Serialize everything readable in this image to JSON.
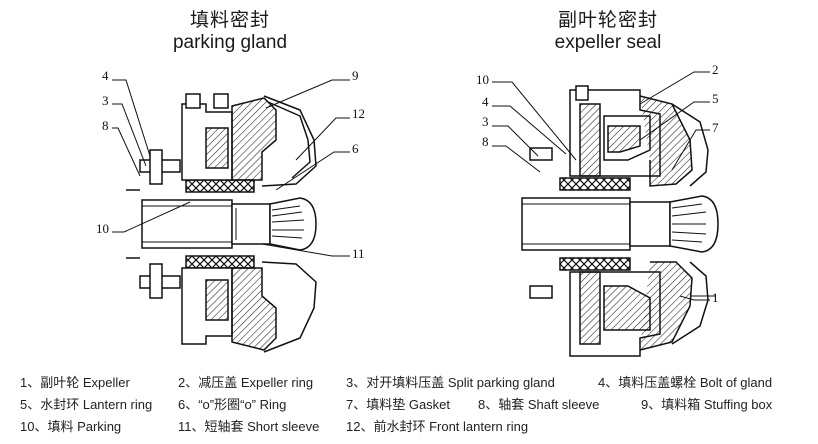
{
  "titles": {
    "left": {
      "cn": "填料密封",
      "en": "parking gland"
    },
    "right": {
      "cn": "副叶轮密封",
      "en": "expeller  seal"
    }
  },
  "callouts": {
    "left": [
      "4",
      "3",
      "8",
      "10",
      "9",
      "12",
      "6",
      "11"
    ],
    "right": [
      "10",
      "4",
      "3",
      "8",
      "2",
      "5",
      "7",
      "1"
    ]
  },
  "legend": [
    [
      "1、副叶轮 Expeller",
      "2、减压盖 Expeller ring",
      "3、对开填料压盖 Split parking gland",
      "4、填料压盖螺栓 Bolt of gland"
    ],
    [
      "5、水封环  Lantern ring",
      "6、“o”形圈“o”  Ring",
      "7、填料垫  Gasket",
      "8、轴套  Shaft sleeve",
      "9、填料箱 Stuffing box"
    ],
    [
      "10、填料  Parking",
      "11、短轴套  Short sleeve",
      "12、前水封环 Front lantern ring"
    ]
  ]
}
